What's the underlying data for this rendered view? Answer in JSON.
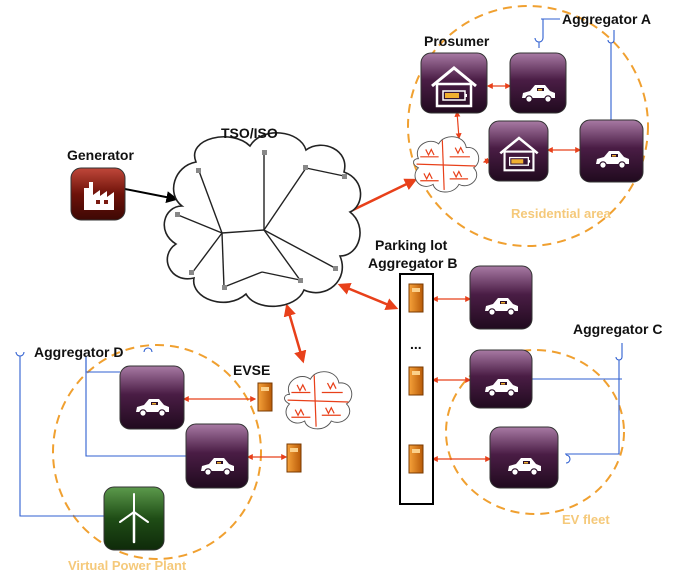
{
  "labels": {
    "tso": "TSO/ISO",
    "generator": "Generator",
    "prosumer": "Prosumer",
    "aggregator_a": "Aggregator A",
    "residential_area": "Residential area",
    "parking_lot_line1": "Parking lot",
    "parking_lot_line2": "Aggregator B",
    "aggregator_c": "Aggregator C",
    "ev_fleet": "EV fleet",
    "aggregator_d": "Aggregator D",
    "evse": "EVSE",
    "virtual_power_plant": "Virtual Power Plant",
    "ellipsis": "..."
  },
  "colors": {
    "region_dash": "#f0a030",
    "region_label": "#f5c97a",
    "red_link": "#e8401a",
    "blue_link": "#2f5fd0",
    "black_link": "#000000",
    "tile_dark": "#2b0e29",
    "tile_purple": "#8a5b86",
    "generator_tile": "#7a1a10",
    "wind_tile": "#1f4d16",
    "charger_orange": "#e07a12"
  },
  "icons": [
    "factory-icon",
    "house-battery-icon",
    "ev-car-icon",
    "wind-turbine-icon",
    "network-cloud-icon",
    "distribution-grid-cloud-icon",
    "charging-station-icon"
  ]
}
